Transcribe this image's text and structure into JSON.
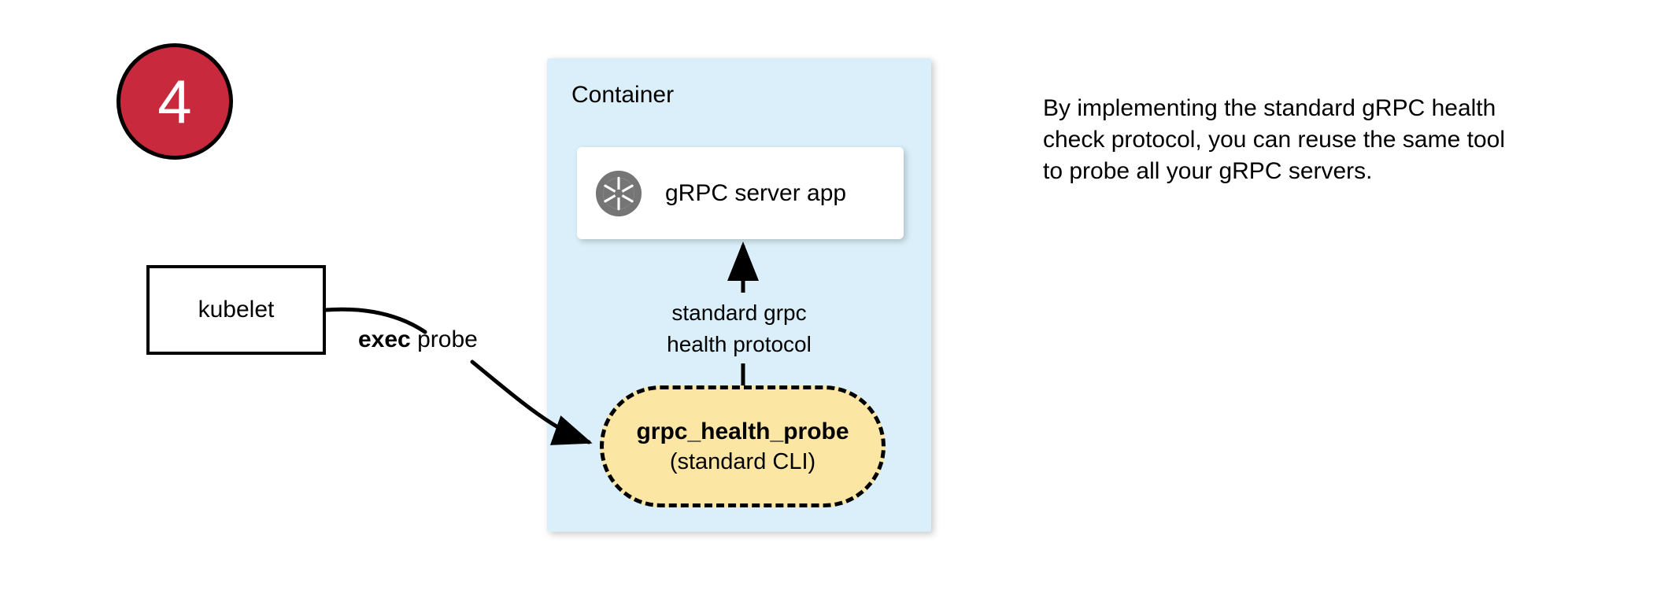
{
  "step": {
    "number": "4"
  },
  "kubelet": {
    "label": "kubelet"
  },
  "exec_probe_edge": {
    "keyword": "exec",
    "rest": " probe"
  },
  "container": {
    "title": "Container",
    "fill_color": "#DAEFF9"
  },
  "server_app": {
    "label": "gRPC server app",
    "icon": "aperture-icon",
    "icon_color": "#757575"
  },
  "protocol_edge": {
    "line1": "standard grpc",
    "line2": "health protocol"
  },
  "health_probe": {
    "title": "grpc_health_probe",
    "subtitle": "(standard CLI)",
    "fill_color": "#FCE6A4",
    "border_style": "dashed"
  },
  "caption": {
    "text": "By implementing the standard gRPC health check protocol, you can reuse the same tool to probe all your gRPC servers."
  },
  "colors": {
    "badge_red": "#C8293C",
    "container_blue": "#DAEFF9",
    "probe_yellow": "#FCE6A4",
    "icon_gray": "#757575",
    "stroke_black": "#000000"
  }
}
